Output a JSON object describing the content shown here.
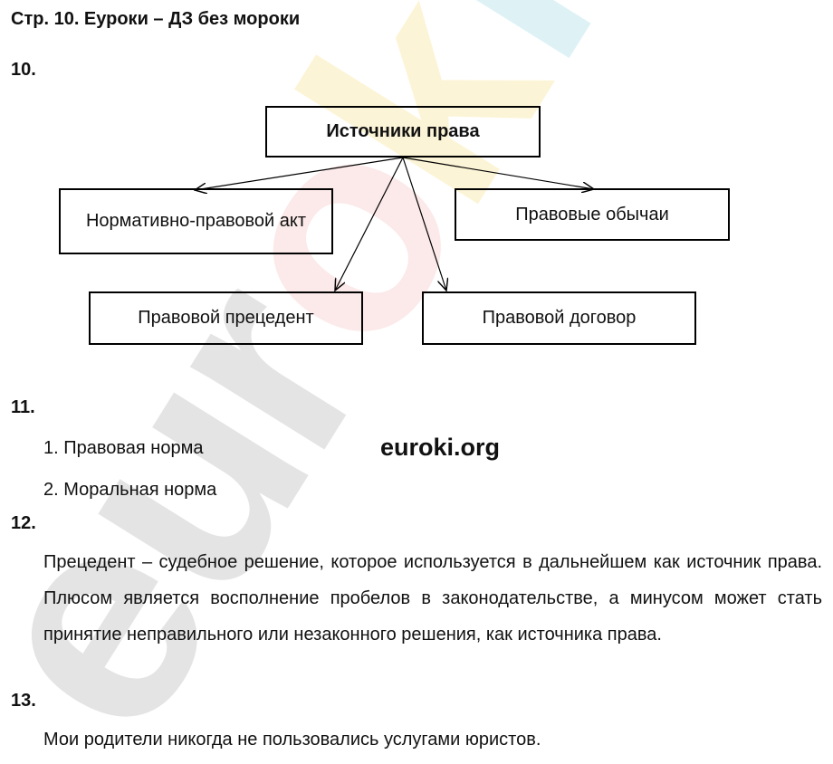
{
  "title": "Стр. 10. Еуроки – ДЗ без мороки",
  "watermark": {
    "text": "euroki",
    "site": "euroki.org"
  },
  "task10": {
    "number": "10.",
    "root": "Источники права",
    "children": [
      "Нормативно-правовой акт",
      "Правовые обычаи",
      "Правовой прецедент",
      "Правовой договор"
    ]
  },
  "task11": {
    "number": "11.",
    "items": [
      "1. Правовая норма",
      "2. Моральная норма"
    ]
  },
  "task12": {
    "number": "12.",
    "text": "Прецедент – судебное решение, которое используется в дальнейшем как источник права. Плюсом является восполнение пробелов в законодательстве, а минусом может стать принятие неправильного или незаконного решения, как источника права."
  },
  "task13": {
    "number": "13.",
    "text": "Мои родители никогда не пользовались услугами юристов."
  }
}
